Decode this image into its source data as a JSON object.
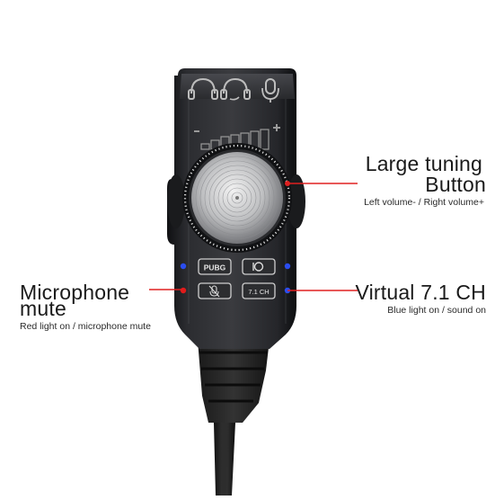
{
  "callouts": {
    "tuning": {
      "title_line1": "Large tuning",
      "title_line2": "Button",
      "subtitle": "Left volume- / Right volume+"
    },
    "mic": {
      "title_line1": "Microphone",
      "title_line2": "mute",
      "subtitle": "Red light on / microphone mute"
    },
    "virtual": {
      "title": "Virtual 7.1 CH",
      "subtitle": "Blue light on / sound on"
    }
  },
  "device": {
    "buttons": {
      "pubg_label": "PUBG",
      "surround_label": "7.1 CH"
    },
    "icons": {
      "jack_left": "headphone-jack-icon",
      "jack_middle": "headset-jack-icon",
      "jack_right": "microphone-jack-icon",
      "volume_minus": "minus-icon",
      "volume_plus": "plus-icon",
      "eq_button": "eq-sound-icon",
      "mic_mute_button": "mic-mute-icon"
    },
    "colors": {
      "led_blue": "#2a4df0",
      "led_red": "#e11a1a",
      "callout_red": "#e02020",
      "body_dark": "#1e1f21"
    }
  }
}
